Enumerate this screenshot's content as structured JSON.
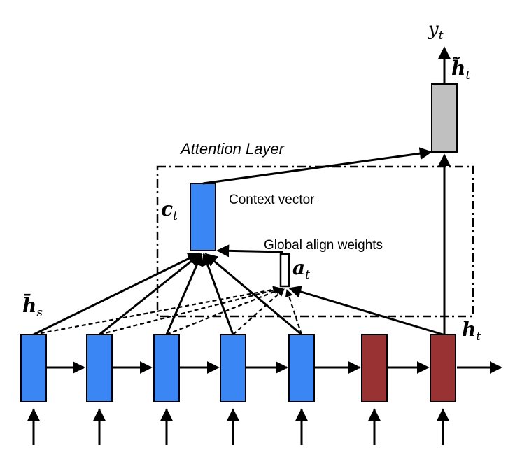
{
  "title": "Attention Layer",
  "labels": {
    "context_vector": "Context vector",
    "global_align_weights": "Global align weights"
  },
  "math": {
    "y_t": {
      "base": "y",
      "sub": "t"
    },
    "h_tilde_t": {
      "base": "h̃",
      "sub": "t"
    },
    "c_t": {
      "base": "c",
      "sub": "t"
    },
    "a_t": {
      "base": "a",
      "sub": "t"
    },
    "h_bar_s": {
      "base": "h̄",
      "sub": "s"
    },
    "h_t": {
      "base": "h",
      "sub": "t"
    }
  },
  "colors": {
    "encoder": "#3a86f5",
    "decoder": "#993333",
    "attentional": "#c0c0c0",
    "stroke": "#000000"
  }
}
